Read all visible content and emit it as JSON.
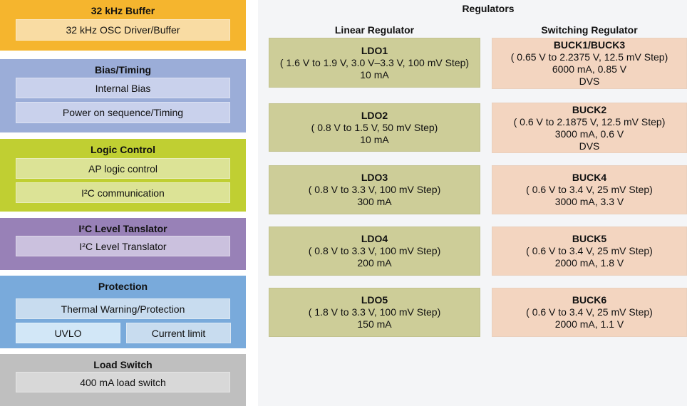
{
  "left_blocks": {
    "buffer": {
      "title": "32 kHz Buffer",
      "items": [
        "32 kHz OSC Driver/Buffer"
      ],
      "color": "#f5b52e"
    },
    "bias": {
      "title": "Bias/Timing",
      "items": [
        "Internal Bias",
        "Power on sequence/Timing"
      ],
      "color": "#9badd8"
    },
    "logic": {
      "title": "Logic Control",
      "items": [
        "AP logic control",
        "I²C communication"
      ],
      "color": "#c0cf32"
    },
    "i2c": {
      "title": "I²C Level Tanslator",
      "items": [
        "I²C Level Translator"
      ],
      "color": "#9881b7"
    },
    "protection": {
      "title": "Protection",
      "items": [
        "Thermal Warning/Protection",
        "UVLO",
        "Current limit"
      ],
      "color": "#79aadb"
    },
    "load_switch": {
      "title": "Load Switch",
      "items": [
        "400 mA load switch"
      ],
      "color": "#bfbfbf"
    }
  },
  "regulators": {
    "title": "Regulators",
    "linear_heading": "Linear Regulator",
    "switching_heading": "Switching Regulator",
    "linear": [
      {
        "name": "LDO1",
        "range": "( 1.6 V to 1.9 V, 3.0 V–3.3 V, 100 mV Step)",
        "spec": "10 mA"
      },
      {
        "name": "LDO2",
        "range": "( 0.8 V to 1.5 V, 50 mV Step)",
        "spec": "10 mA"
      },
      {
        "name": "LDO3",
        "range": "( 0.8 V to 3.3 V, 100 mV Step)",
        "spec": "300 mA"
      },
      {
        "name": "LDO4",
        "range": "( 0.8 V to 3.3 V, 100 mV Step)",
        "spec": "200 mA"
      },
      {
        "name": "LDO5",
        "range": "( 1.8 V to 3.3 V, 100 mV Step)",
        "spec": "150 mA"
      }
    ],
    "switching": [
      {
        "name": "BUCK1/BUCK3",
        "range": "( 0.65 V to 2.2375 V, 12.5 mV Step)",
        "spec": "6000 mA, 0.85 V",
        "extra": "DVS"
      },
      {
        "name": "BUCK2",
        "range": "( 0.6 V to 2.1875 V, 12.5 mV Step)",
        "spec": "3000 mA, 0.6 V",
        "extra": "DVS"
      },
      {
        "name": "BUCK4",
        "range": "( 0.6 V to 3.4 V, 25 mV Step)",
        "spec": "3000 mA, 3.3 V"
      },
      {
        "name": "BUCK5",
        "range": "( 0.6 V to 3.4 V, 25 mV Step)",
        "spec": "2000 mA, 1.8 V"
      },
      {
        "name": "BUCK6",
        "range": "( 0.6 V to 3.4 V, 25 mV Step)",
        "spec": "2000 mA, 1.1 V"
      }
    ]
  }
}
